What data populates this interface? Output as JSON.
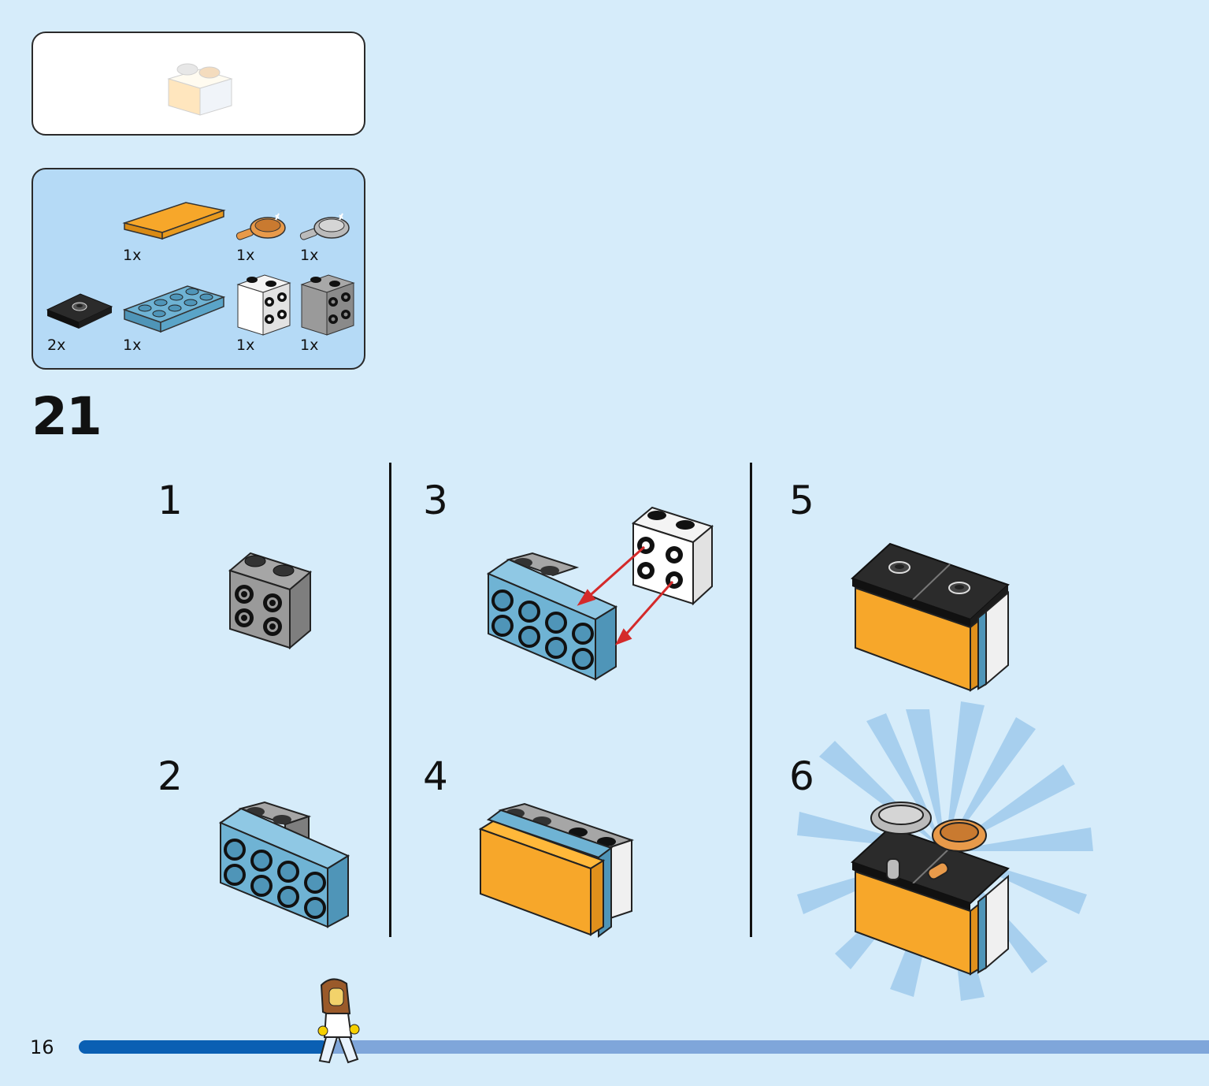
{
  "page_number": "16",
  "step_number": "21",
  "progress": 0.22,
  "parts": [
    {
      "qty": "1x",
      "icon": "orange-tile-2x4-icon"
    },
    {
      "qty": "1x",
      "icon": "orange-portafilter-icon"
    },
    {
      "qty": "1x",
      "icon": "gray-portafilter-icon"
    },
    {
      "qty": "2x",
      "icon": "black-plate-jumper-icon"
    },
    {
      "qty": "1x",
      "icon": "blue-plate-2x4-icon"
    },
    {
      "qty": "1x",
      "icon": "white-brick-studs-side-icon"
    },
    {
      "qty": "1x",
      "icon": "gray-brick-studs-side-icon"
    }
  ],
  "substeps": [
    "1",
    "2",
    "3",
    "4",
    "5",
    "6"
  ],
  "colors": {
    "background": "#d6ecfa",
    "parts_panel": "#b5daf6",
    "orange": "#f7a72a",
    "blue_plate": "#6fb3d4",
    "gray_brick": "#9a9a9a",
    "progress_done": "#0a5fb3",
    "progress_remaining": "#7fa6da"
  }
}
